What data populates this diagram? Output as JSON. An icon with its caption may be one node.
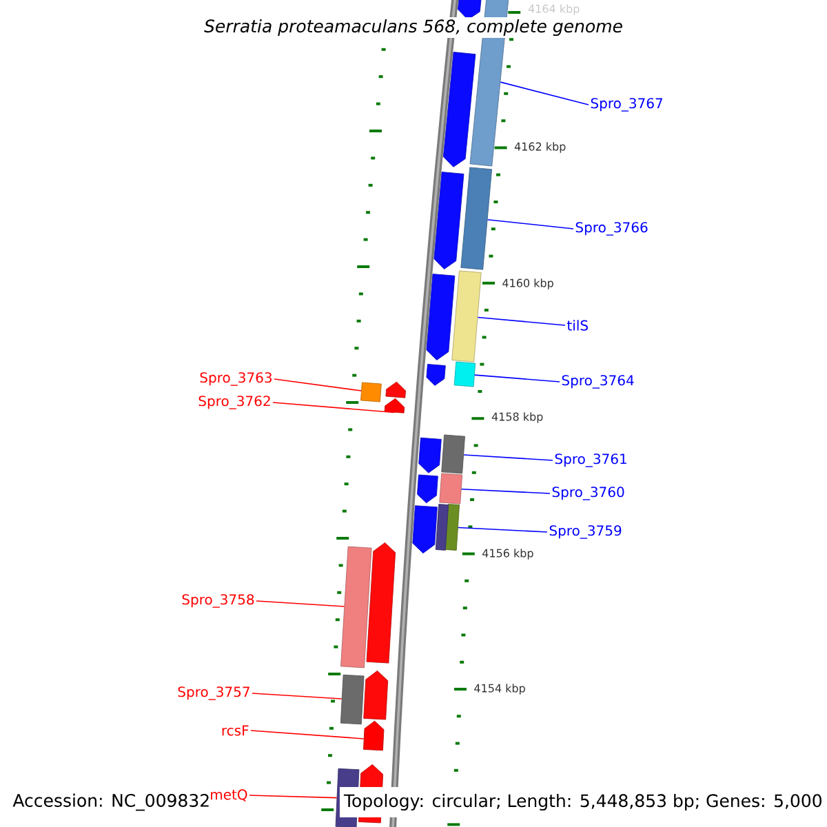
{
  "diagram": {
    "title": "Serratia proteamaculans 568, complete genome",
    "nodes": [
      {
        "text": [
          "Spro_3767"
        ]
      },
      {
        "text": [],
        "shape": "bar"
      },
      {
        "text": [
          "Spro_3766"
        ]
      },
      {
        "text": [],
        "shape": "bar"
      },
      {
        "text": [
          "tilS"
        ]
      },
      {
        "text": [],
        "shape": "bar"
      },
      {
        "text": [
          "Spro_3763"
        ]
      },
      {
        "text": [],
        "shape": "bar"
      },
      {
        "text": [
          "Spro_3764"
        ]
      },
      {
        "text": [],
        "shape": "bar"
      },
      {
        "text": [
          "Spro_3762"
        ]
      },
      {
        "text": [],
        "shape": "arrow"
      },
      {
        "text": [
          "Spro_3761"
        ]
      },
      {
        "text": [],
        "shape": "bar"
      },
      {
        "text": [
          "Spro_3760"
        ]
      },
      {
        "text": [],
        "shape": "bar"
      },
      {
        "text": [
          "Spro_3759"
        ]
      },
      {
        "text": [],
        "shape": "bar"
      },
      {
        "text": [
          "Spro_3758"
        ]
      },
      {
        "text": [],
        "shape": "bar"
      },
      {
        "text": [
          "Spro_3757"
        ]
      },
      {
        "text": [],
        "shape": "bar"
      },
      {
        "text": [
          "rcsF"
        ]
      },
      {
        "text": [],
        "shape": "arrow"
      },
      {
        "text": [
          "metQ"
        ]
      },
      {
        "text": [],
        "shape": "bar"
      },
      {
        "text": [],
        "shape": "arrow"
      },
      {
        "text": [],
        "shape": "arrow"
      },
      {
        "text": [],
        "shape": "arrow"
      },
      {
        "text": [],
        "shape": "arrow"
      },
      {
        "text": [],
        "shape": "arrow"
      },
      {
        "text": [],
        "shape": "arrow"
      },
      {
        "text": [],
        "shape": "arrow"
      },
      {
        "text": [],
        "shape": "arrow"
      },
      {
        "text": [],
        "shape": "arrow"
      },
      {
        "text": [],
        "shape": "bar"
      },
      {
        "text": [],
        "shape": "arrow"
      },
      {
        "text": [],
        "shape": "arrow"
      },
      {
        "text": [],
        "shape": "arrow"
      }
    ],
    "edges": [
      {
        "from": 0,
        "to": 1,
        "arrow": "none"
      },
      {
        "from": 2,
        "to": 3,
        "arrow": "none"
      },
      {
        "from": 4,
        "to": 5,
        "arrow": "none"
      },
      {
        "from": 6,
        "to": 7,
        "arrow": "none",
        "color": "#ff0000"
      },
      {
        "from": 8,
        "to": 9,
        "arrow": "none"
      },
      {
        "from": 10,
        "to": 11,
        "arrow": "none",
        "color": "#ff0000"
      },
      {
        "from": 12,
        "to": 13,
        "arrow": "none"
      },
      {
        "from": 14,
        "to": 15,
        "arrow": "none"
      },
      {
        "from": 16,
        "to": 17,
        "arrow": "none"
      },
      {
        "from": 18,
        "to": 19,
        "arrow": "none",
        "color": "#ff0000"
      },
      {
        "from": 20,
        "to": 21,
        "arrow": "none",
        "color": "#ff0000"
      },
      {
        "from": 22,
        "to": 23,
        "arrow": "none",
        "color": "#ff0000"
      },
      {
        "from": 24,
        "to": 25,
        "arrow": "none",
        "color": "#ff0000"
      }
    ],
    "labels": [
      "4164 kbp",
      "4162 kbp",
      "4160 kbp",
      "4158 kbp",
      "4156 kbp",
      "4154 kbp",
      "Accession: NC_009832",
      "Topology: circular; Length: 5,448,853 bp; Genes: 5,000"
    ]
  }
}
